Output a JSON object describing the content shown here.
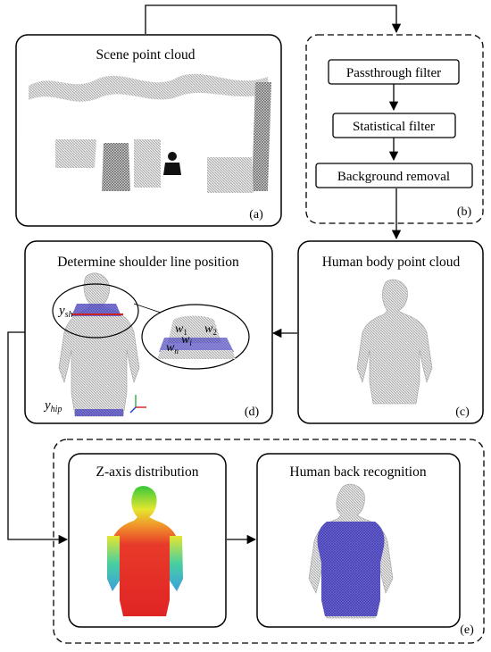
{
  "panels": {
    "a": {
      "title": "Scene point cloud",
      "letter": "(a)"
    },
    "b": {
      "letter": "(b)",
      "steps": [
        "Passthrough filter",
        "Statistical filter",
        "Background removal"
      ]
    },
    "c": {
      "title": "Human body point cloud",
      "letter": "(c)"
    },
    "d": {
      "title": "Determine shoulder line position",
      "letter": "(d)",
      "y_sh": "y",
      "y_sh_sub": "sh",
      "y_hip": "y",
      "y_hip_sub": "hip",
      "w1": "w",
      "w1_sub": "1",
      "w2": "w",
      "w2_sub": "2",
      "wi": "w",
      "wi_sub": "i",
      "wn": "w",
      "wn_sub": "n"
    },
    "e_left": {
      "title": "Z-axis distribution"
    },
    "e_right": {
      "title": "Human back recognition"
    },
    "e": {
      "letter": "(e)"
    }
  },
  "colors": {
    "frame": "#000000",
    "cloud_gray": "#b5b5b5",
    "back_blue": "#5a55c8",
    "line_red": "#cc2222"
  }
}
